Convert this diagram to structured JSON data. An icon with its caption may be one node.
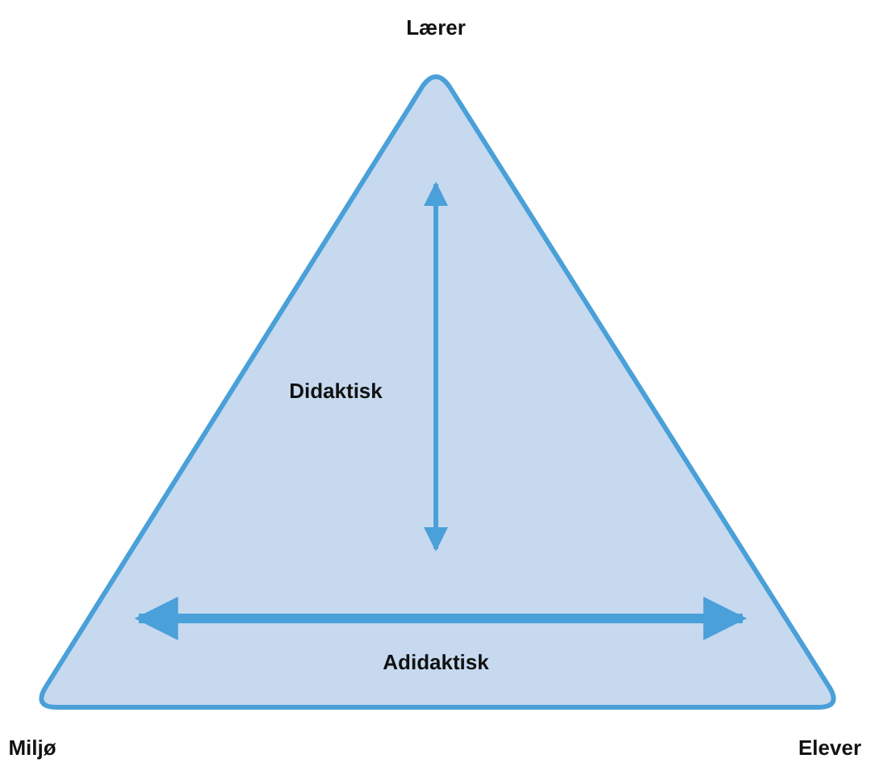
{
  "diagram": {
    "labels": [
      "Lærer",
      "Didaktisk",
      "Adidaktisk",
      "Miljø",
      "Elever"
    ]
  }
}
